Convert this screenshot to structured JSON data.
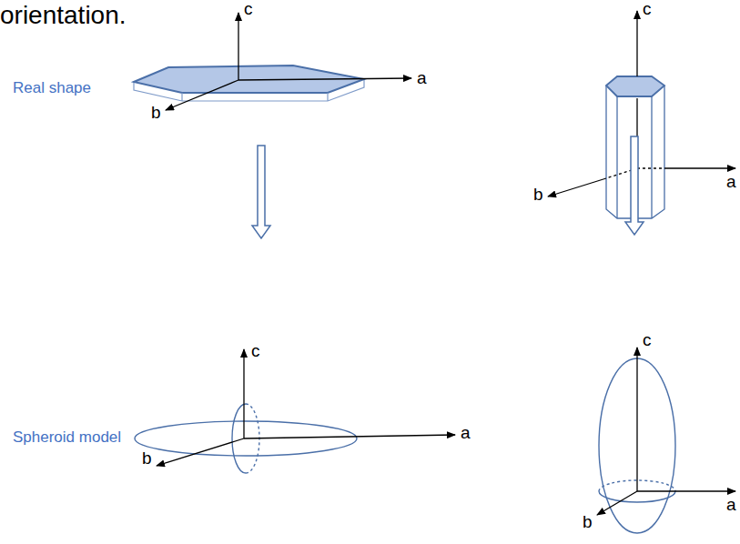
{
  "diagram": {
    "labels": [
      "orientation.",
      "c",
      "c",
      "Real shape",
      "a",
      "b",
      "b",
      "a",
      "c",
      "c",
      "Spheroid model",
      "a",
      "b",
      "a",
      "b"
    ]
  }
}
